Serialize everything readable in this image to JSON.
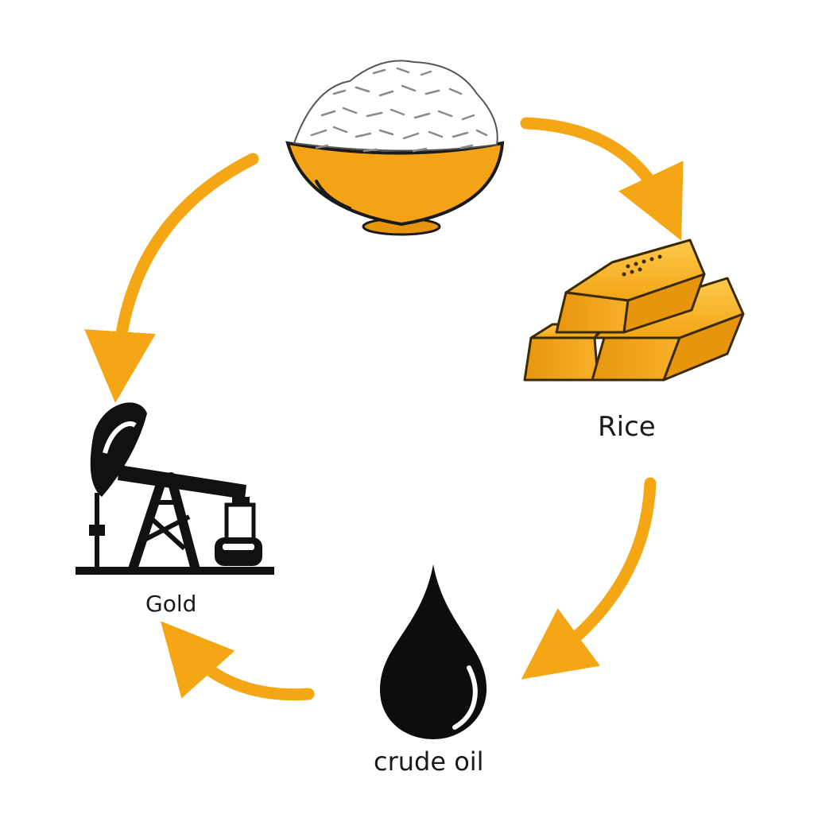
{
  "diagram": {
    "type": "cycle",
    "labels": {
      "rice": "Rice",
      "gold": "Gold",
      "crude_oil": "crude oil"
    },
    "colors": {
      "arrow": "#F5A614",
      "gold_fill": "#F2A516",
      "bowl_fill": "#F4A316",
      "ink": "#111111"
    },
    "icons": [
      "rice-bowl-icon",
      "gold-bars-icon",
      "oil-drop-icon",
      "oil-pumpjack-icon"
    ]
  }
}
